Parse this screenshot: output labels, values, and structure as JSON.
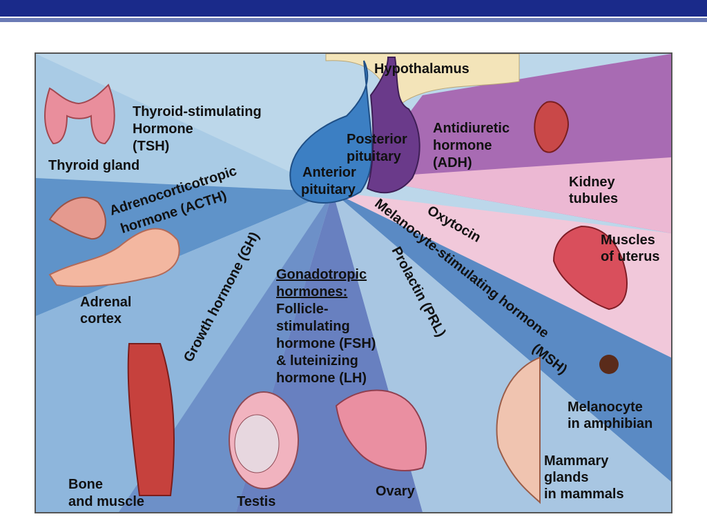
{
  "header": {
    "bar_color": "#1a2a8a",
    "line_color": "#6a7ab5"
  },
  "labels": {
    "hypothalamus": "Hypothalamus",
    "tsh_1": "Thyroid-stimulating",
    "tsh_2": "Hormone",
    "tsh_3": "(TSH)",
    "thyroid": "Thyroid gland",
    "posterior_1": "Posterior",
    "posterior_2": "pituitary",
    "anterior_1": "Anterior",
    "anterior_2": "pituitary",
    "adh_1": "Antidiuretic",
    "adh_2": "hormone",
    "adh_3": "(ADH)",
    "kidney_1": "Kidney",
    "kidney_2": "tubules",
    "acth_1": "Adrenocorticotropic",
    "acth_2": "hormone (ACTH)",
    "oxytocin": "Oxytocin",
    "msh_1": "Melanocyte-stimulating hormone",
    "msh_2": "(MSH)",
    "uterus_1": "Muscles",
    "uterus_2": "of uterus",
    "gh": "Growth hormone (GH)",
    "gonado_1": "Gonadotropic",
    "gonado_2": "hormones:",
    "gonado_3": "Follicle-",
    "gonado_4": "stimulating",
    "gonado_5": "hormone (FSH)",
    "gonado_6": "& luteinizing",
    "gonado_7": "hormone (LH)",
    "prl": "Prolactin (PRL)",
    "adrenal_1": "Adrenal",
    "adrenal_2": "cortex",
    "melano_1": "Melanocyte",
    "melano_2": "in amphibian",
    "mammary_1": "Mammary",
    "mammary_2": "glands",
    "mammary_3": "in mammals",
    "bone_1": "Bone",
    "bone_2": "and muscle",
    "testis": "Testis",
    "ovary": "Ovary"
  }
}
